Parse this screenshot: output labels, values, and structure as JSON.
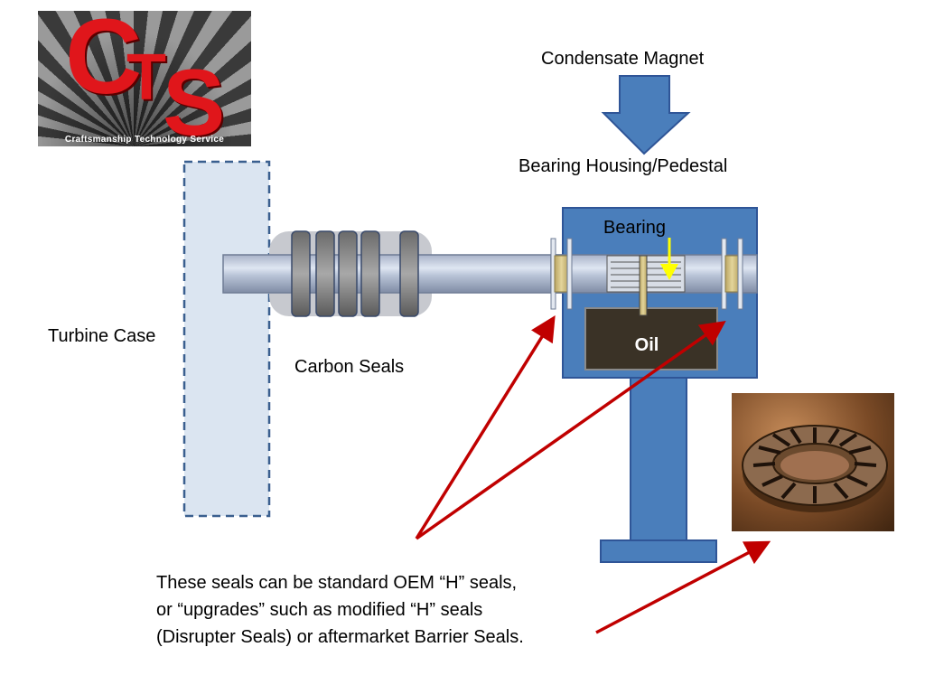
{
  "logo": {
    "letters": [
      "C",
      "T",
      "S"
    ],
    "tagline": "Craftsmanship  Technology  Service"
  },
  "labels": {
    "condensate": "Condensate Magnet",
    "housing": "Bearing Housing/Pedestal",
    "bearing": "Bearing",
    "turbine_case": "Turbine Case",
    "carbon_seals": "Carbon Seals",
    "oil": "Oil"
  },
  "note": {
    "lines": [
      "These seals can be standard OEM “H” seals,",
      "or “upgrades” such as modified “H” seals",
      "(Disrupter Seals) or aftermarket Barrier Seals."
    ]
  },
  "photo": {
    "icon": "barrier-seal-ring-photo"
  },
  "colors": {
    "housing_blue": "#4a7ebb",
    "housing_border": "#2f5597",
    "oil_fill": "#3a3226",
    "seal_ring": "#d2bf7a",
    "arrow_red": "#c00000",
    "indicator_yellow": "#ffff00",
    "turbine_case_fill": "#dbe5f1",
    "turbine_case_border": "#3a5f8f"
  }
}
